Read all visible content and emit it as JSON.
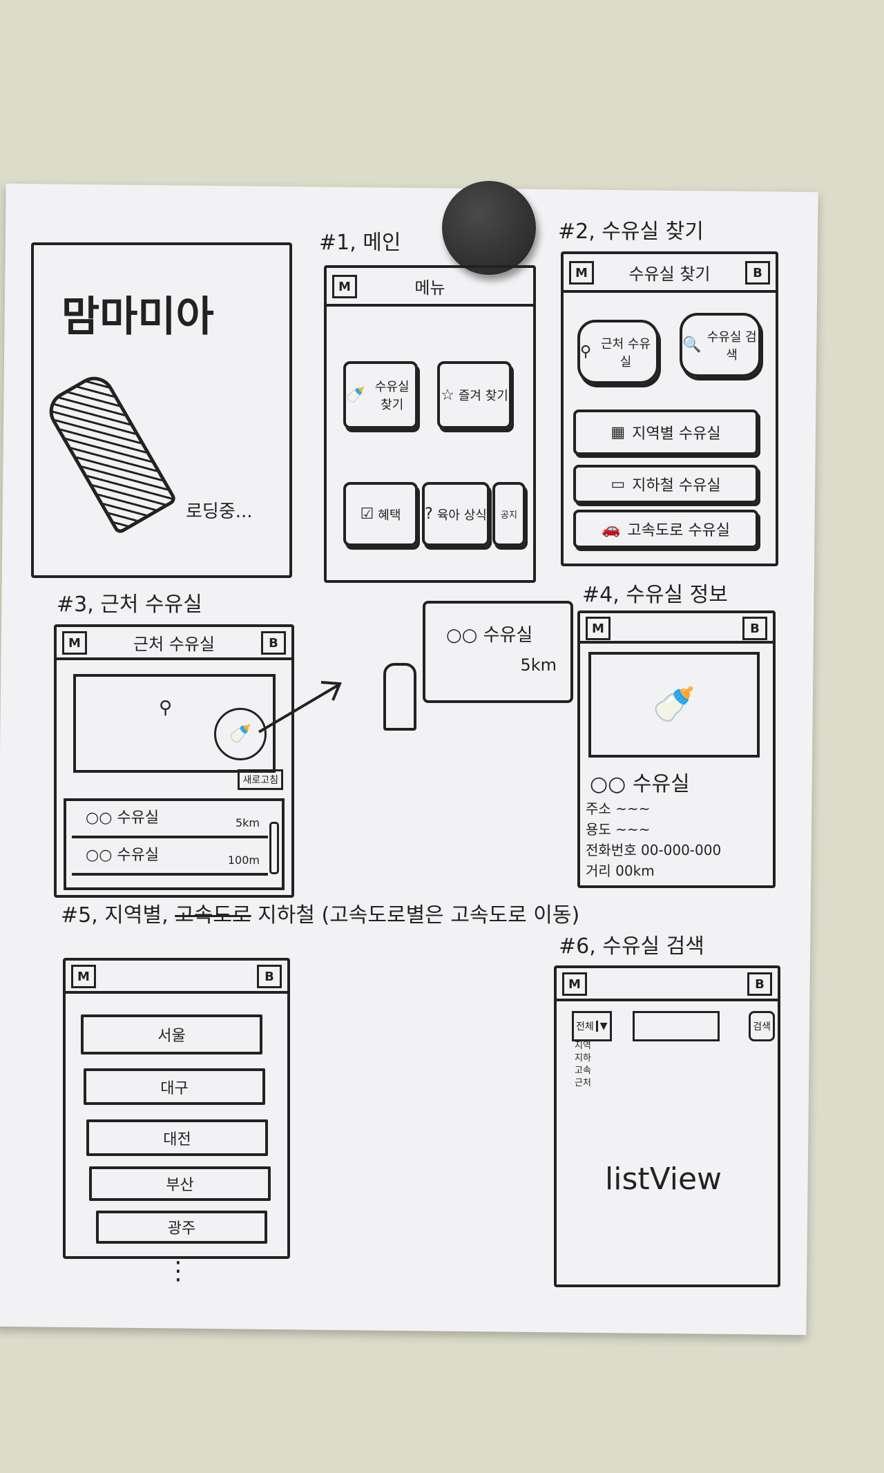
{
  "splash": {
    "logo_text": "맘마미아",
    "loading_text": "로딩중..."
  },
  "common": {
    "menu_button": "M",
    "back_button": "B"
  },
  "screen1": {
    "label": "#1, 메인",
    "title": "메뉴",
    "tiles": [
      {
        "label": "수유실 찾기",
        "icon": "baby-bottle-icon"
      },
      {
        "label": "즐겨 찾기",
        "icon": "star-icon"
      },
      {
        "label": "혜택",
        "icon": "gift-icon"
      },
      {
        "label": "육아 상식",
        "icon": "question-icon"
      },
      {
        "label": "공지",
        "icon": ""
      }
    ]
  },
  "screen2": {
    "label": "#2, 수유실 찾기",
    "title": "수유실 찾기",
    "big_buttons": [
      {
        "label": "근처 수유실",
        "icon": "location-pin-icon"
      },
      {
        "label": "수유실 검색",
        "icon": "search-icon"
      }
    ],
    "list_buttons": [
      {
        "label": "지역별 수유실",
        "icon": "building-icon"
      },
      {
        "label": "지하철 수유실",
        "icon": "subway-icon"
      },
      {
        "label": "고속도로 수유실",
        "icon": "car-icon"
      }
    ]
  },
  "screen3": {
    "label": "#3, 근처 수유실",
    "title": "근처 수유실",
    "refresh_button": "새로고침",
    "list": [
      {
        "name": "○○ 수유실",
        "distance": "5km"
      },
      {
        "name": "○○ 수유실",
        "distance": "100m"
      }
    ],
    "callout": {
      "name": "○○ 수유실",
      "distance": "5km"
    }
  },
  "screen4": {
    "label": "#4, 수유실 정보",
    "name": "○○ 수유실",
    "fields": [
      {
        "key": "주소",
        "value": "~~~"
      },
      {
        "key": "용도",
        "value": "~~~"
      },
      {
        "key": "전화번호",
        "value": "00-000-000"
      },
      {
        "key": "거리",
        "value": "00km"
      }
    ]
  },
  "screen5": {
    "label_prefix": "#5, 지역별,",
    "label_struck": "고속도로",
    "label_suffix": "지하철 (고속도로별은 고속도로 이동)",
    "regions": [
      "서울",
      "대구",
      "대전",
      "부산",
      "광주"
    ],
    "more": "⋮"
  },
  "screen6": {
    "label": "#6, 수유실 검색",
    "dropdown_value": "전체",
    "dropdown_options": [
      "지역",
      "지하",
      "고속",
      "근처"
    ],
    "search_button": "검색",
    "list_placeholder": "listView"
  }
}
